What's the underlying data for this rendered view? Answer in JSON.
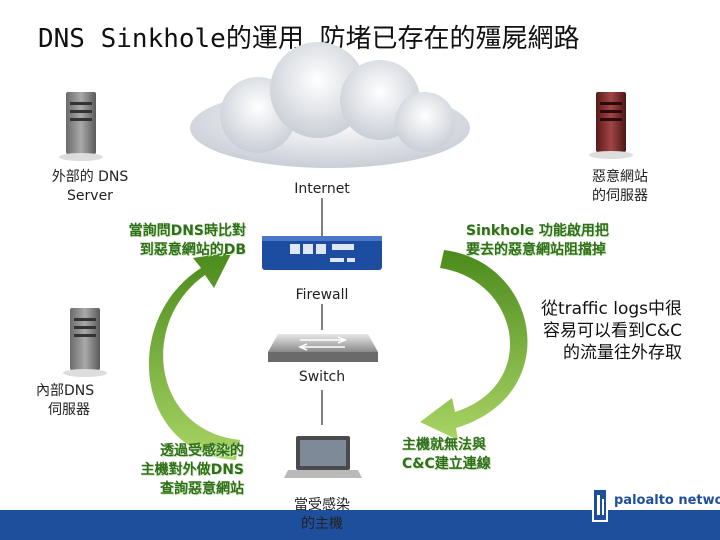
{
  "title": "DNS Sinkhole的運用,防堵已存在的殭屍網路",
  "nodes": {
    "external_dns": [
      "外部的 DNS",
      "Server"
    ],
    "internet": "Internet",
    "malicious_server": [
      "惡意網站",
      "的伺服器"
    ],
    "firewall": "Firewall",
    "switch": "Switch",
    "internal_dns": [
      "內部DNS",
      "伺服器"
    ],
    "infected_host": [
      "當受感染",
      "的主機"
    ]
  },
  "annotations": {
    "query_db": [
      "當詢問DNS時比對",
      "到惡意網站的DB"
    ],
    "sinkhole": [
      "Sinkhole 功能啟用把",
      "要去的惡意網站阻擋掉"
    ],
    "traffic_logs": [
      "從traffic logs中很",
      "容易可以看到C&C",
      "的流量往外存取"
    ],
    "via_infected": [
      "透過受感染的",
      "主機對外做DNS",
      "查詢惡意網站"
    ],
    "no_connect": [
      "主機就無法與",
      "C&C建立連線"
    ]
  },
  "logo": {
    "text": "paloalto networks"
  },
  "colors": {
    "arrow_green": "#8dc63f",
    "arrow_dark": "#3f7d14",
    "bottom_bar": "#1e4f9c",
    "firewall_blue": "#1d4da1"
  }
}
